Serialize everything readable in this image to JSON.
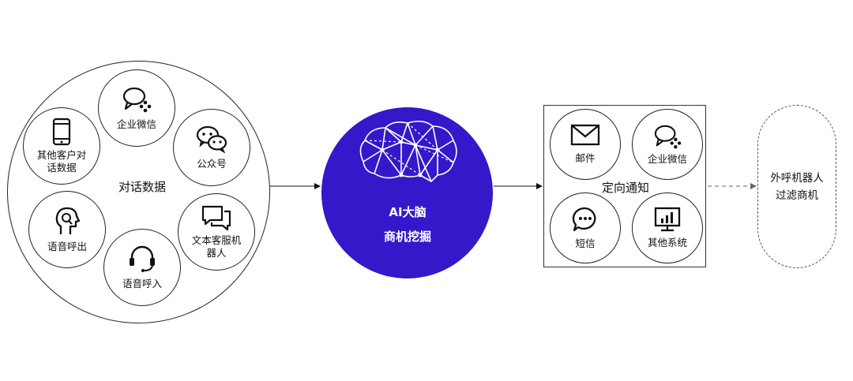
{
  "dialog": {
    "title": "对话数据",
    "channels": [
      {
        "label": "企业微信",
        "icon": "wecom-chat-icon"
      },
      {
        "label": "公众号",
        "icon": "wechat-icon"
      },
      {
        "label": "文本客服机器人",
        "icon": "chat-bubbles-icon"
      },
      {
        "label": "语音呼入",
        "icon": "headset-icon"
      },
      {
        "label": "语音呼出",
        "icon": "head-profile-icon"
      },
      {
        "label": "其他客户对话数据",
        "icon": "mobile-phone-icon"
      }
    ]
  },
  "brain": {
    "line1": "AI大脑",
    "line2": "商机挖掘",
    "color": "#3319c9"
  },
  "notify": {
    "title": "定向通知",
    "items": [
      {
        "label": "邮件",
        "icon": "envelope-icon"
      },
      {
        "label": "企业微信",
        "icon": "wecom-chat-icon"
      },
      {
        "label": "短信",
        "icon": "sms-bubble-icon"
      },
      {
        "label": "其他系统",
        "icon": "monitor-chart-icon"
      }
    ]
  },
  "outbound": {
    "line1": "外呼机器人",
    "line2": "过滤商机"
  }
}
